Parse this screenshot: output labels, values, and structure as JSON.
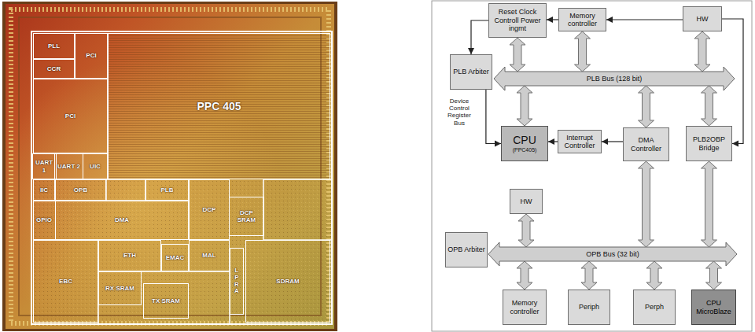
{
  "diagram": {
    "nodes": [
      {
        "text": [
          "PLL"
        ]
      },
      {
        "text": [
          "PCI"
        ]
      },
      {
        "text": [
          "CCR"
        ]
      },
      {
        "text": [
          "PCI"
        ]
      },
      {
        "text": [
          "PPC 405"
        ]
      },
      {
        "text": [
          "UART 1"
        ]
      },
      {
        "text": [
          "UART 2"
        ]
      },
      {
        "text": [
          "UIC"
        ]
      },
      {
        "text": [
          "IIC"
        ]
      },
      {
        "text": [
          "OPB"
        ]
      },
      {
        "text": [
          "PLB"
        ]
      },
      {
        "text": [
          "DCP"
        ]
      },
      {
        "text": [
          "DCP SRAM"
        ]
      },
      {
        "text": [
          "GPIO"
        ]
      },
      {
        "text": [
          "DMA"
        ]
      },
      {
        "text": [
          "EBC"
        ]
      },
      {
        "text": [
          "ETH"
        ]
      },
      {
        "text": [
          "EMAC"
        ]
      },
      {
        "text": [
          "MAL"
        ]
      },
      {
        "text": [
          "LPRA"
        ]
      },
      {
        "text": [
          "SDRAM"
        ]
      },
      {
        "text": [
          "RX SRAM"
        ]
      },
      {
        "text": [
          "TX SRAM"
        ]
      },
      {
        "text": [
          "Reset Clock Controll Power ingmt"
        ]
      },
      {
        "text": [
          "Memory controller"
        ]
      },
      {
        "text": [
          "HW"
        ]
      },
      {
        "text": [
          "PLB Arbiter"
        ]
      },
      {
        "text": [
          "PLB Bus (128 bit)"
        ]
      },
      {
        "text": [
          "CPU",
          "(PPC405)"
        ]
      },
      {
        "text": [
          "Interrupt Controller"
        ]
      },
      {
        "text": [
          "DMA Controller"
        ]
      },
      {
        "text": [
          "PLB2OBP Bridge"
        ]
      },
      {
        "text": [
          "HW"
        ]
      },
      {
        "text": [
          "OPB Arbiter"
        ]
      },
      {
        "text": [
          "OPB Bus (32 bit)"
        ]
      },
      {
        "text": [
          "Memory controller"
        ]
      },
      {
        "text": [
          "Periph"
        ]
      },
      {
        "text": [
          "Perph"
        ]
      },
      {
        "text": [
          "CPU MicroBlaze"
        ]
      }
    ],
    "edges": [
      {
        "from": 23,
        "to": 27,
        "arrow": "both"
      },
      {
        "from": 24,
        "to": 27,
        "arrow": "both"
      },
      {
        "from": 25,
        "to": 27,
        "arrow": "both"
      },
      {
        "from": 27,
        "to": 28,
        "arrow": "both"
      },
      {
        "from": 27,
        "to": 30,
        "arrow": "both"
      },
      {
        "from": 27,
        "to": 31,
        "arrow": "both"
      },
      {
        "from": 25,
        "to": 24,
        "arrow": "to"
      },
      {
        "from": 24,
        "to": 23,
        "arrow": "to"
      },
      {
        "from": 23,
        "to": 26,
        "arrow": "to"
      },
      {
        "from": 26,
        "to": 28,
        "label": "Device Control Register Bus",
        "arrow": "to"
      },
      {
        "from": 30,
        "to": 29,
        "arrow": "to"
      },
      {
        "from": 29,
        "to": 28,
        "arrow": "to"
      },
      {
        "from": 25,
        "to": 31,
        "arrow": "to"
      },
      {
        "from": 30,
        "to": 34,
        "arrow": "both"
      },
      {
        "from": 31,
        "to": 34,
        "arrow": "both"
      },
      {
        "from": 32,
        "to": 34,
        "arrow": "both"
      },
      {
        "from": 34,
        "to": 35,
        "arrow": "both"
      },
      {
        "from": 34,
        "to": 36,
        "arrow": "both"
      },
      {
        "from": 34,
        "to": 37,
        "arrow": "both"
      },
      {
        "from": 34,
        "to": 38,
        "arrow": "both"
      }
    ]
  }
}
